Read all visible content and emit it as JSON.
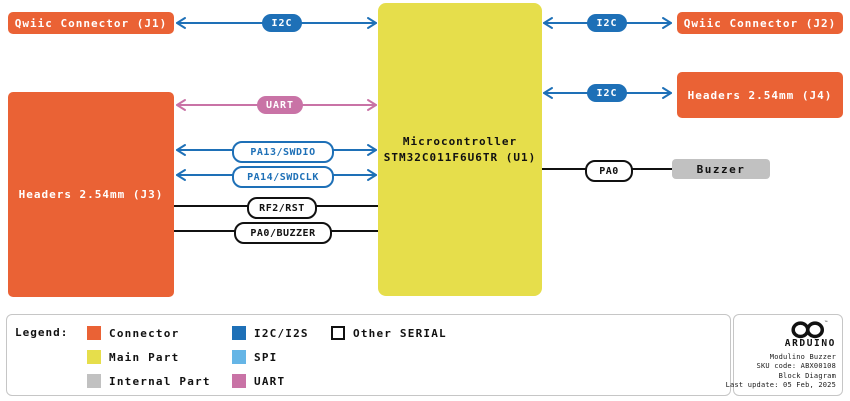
{
  "colors": {
    "connector_orange": "#EA6235",
    "main_part_yellow": "#E6DE4B",
    "internal_gray": "#C1C1C1",
    "i2c_blue": "#1E70B7",
    "spi_light_blue": "#65B5E6",
    "uart_pink": "#C973A6",
    "wire_black": "#111111",
    "panel_border_gray": "#C6C6C6"
  },
  "blocks": {
    "qwiic_j1": "Qwiic Connector (J1)",
    "qwiic_j2": "Qwiic Connector (J2)",
    "headers_j3": "Headers 2.54mm (J3)",
    "headers_j4": "Headers 2.54mm (J4)",
    "mcu_line1": "Microcontroller",
    "mcu_line2": "STM32C011F6U6TR (U1)",
    "buzzer": "Buzzer"
  },
  "bus_labels": {
    "i2c": "I2C",
    "uart": "UART"
  },
  "pin_labels": {
    "pa13": "PA13/SWDIO",
    "pa14": "PA14/SWDCLK",
    "rf2": "RF2/RST",
    "pa0_buzzer": "PA0/BUZZER",
    "pa0": "PA0"
  },
  "legend": {
    "title": "Legend:",
    "items": [
      {
        "label": "Connector",
        "color": "#EA6235"
      },
      {
        "label": "Main Part",
        "color": "#E6DE4B"
      },
      {
        "label": "Internal Part",
        "color": "#C1C1C1"
      },
      {
        "label": "I2C/I2S",
        "color": "#1E70B7"
      },
      {
        "label": "SPI",
        "color": "#65B5E6"
      },
      {
        "label": "UART",
        "color": "#C973A6"
      },
      {
        "label": "Other SERIAL",
        "color": "#FFFFFF"
      }
    ]
  },
  "footer": {
    "brand": "ARDUINO",
    "trademark": "™",
    "lines": [
      "Modulino Buzzer",
      "SKU code: ABX00108",
      "Block Diagram",
      "Last update: 05 Feb, 2025"
    ]
  }
}
